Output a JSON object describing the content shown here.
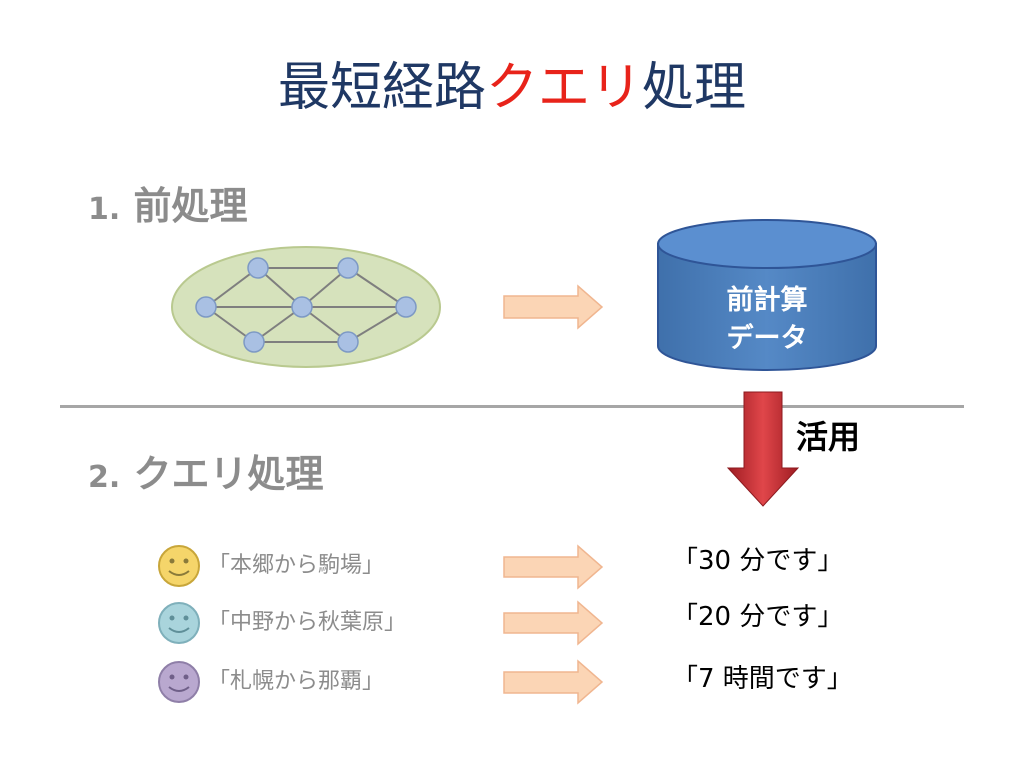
{
  "title": {
    "part1": "最短経路",
    "part2": "クエリ",
    "part3": "処理"
  },
  "sections": {
    "preprocess": {
      "number": "1.",
      "label": "前処理"
    },
    "query": {
      "number": "2.",
      "label": "クエリ処理"
    }
  },
  "database": {
    "line1": "前計算",
    "line2": "データ"
  },
  "use_label": "活用",
  "queries": [
    {
      "text": "「本郷から駒場」",
      "face_color": "#f5d56a",
      "face_stroke": "#c8a63a",
      "answer": "「30 分です」"
    },
    {
      "text": "「中野から秋葉原」",
      "face_color": "#a9d4dc",
      "face_stroke": "#7fb0bb",
      "answer": "「20 分です」"
    },
    {
      "text": "「札幌から那覇」",
      "face_color": "#b9a8cf",
      "face_stroke": "#8f7fa8",
      "answer": "「7 時間です」"
    }
  ],
  "colors": {
    "title": "#1f3864",
    "title_accent": "#e8231a",
    "heading": "#8c8c8c",
    "graph_ellipse": "#d6e2bc",
    "graph_node": "#a9c0e3",
    "database": "#4f81bd",
    "arrow_orange": "#fbd5b5",
    "arrow_red": "#c0272d"
  }
}
